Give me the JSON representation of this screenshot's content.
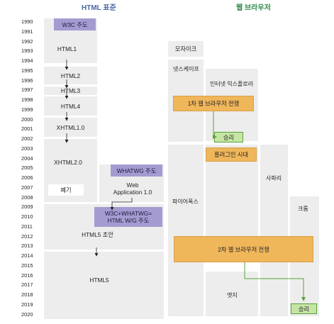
{
  "headers": {
    "html_standard": "HTML 표준",
    "web_browser": "웹 브라우저"
  },
  "years": [
    "1990",
    "1991",
    "1992",
    "1993",
    "1994",
    "1995",
    "1996",
    "1997",
    "1998",
    "1999",
    "2000",
    "2001",
    "2002",
    "2003",
    "2004",
    "2005",
    "2006",
    "2007",
    "2008",
    "2009",
    "2010",
    "2011",
    "2012",
    "2013",
    "2014",
    "2015",
    "2016",
    "2017",
    "2018",
    "2019",
    "2020"
  ],
  "html_track": {
    "w3c": "W3C 주도",
    "html1": "HTML1",
    "html2": "HTML2",
    "html3": "HTML3",
    "html4": "HTML4",
    "xhtml1": "XHTML1.0",
    "xhtml2": "XHTML2.0",
    "abolished": "폐기",
    "whatwg": "WHATWG 주도",
    "web_app_line1": "Web",
    "web_app_line2": "Application 1.0",
    "joint_line1": "W3C+WHATWG=",
    "joint_line2": "HTML W/G 주도",
    "html5_draft": "HTML5 초안",
    "html5": "HTML5"
  },
  "browser_track": {
    "mosaic": "모자이크",
    "netscape": "넷스케이프",
    "ie": "인터넷 익스플로러",
    "war1": "1차 웹 브라우저 전쟁",
    "win1": "승리",
    "plugin": "플러그인 시대",
    "firefox": "파이어폭스",
    "safari": "사파리",
    "chrome": "크롬",
    "war2": "2차 웹 브라우저 전쟁",
    "edge": "엣지",
    "win2": "승리"
  },
  "colors": {
    "gray": "#ededed",
    "purple": "#a49bd1",
    "orange": "#efb65a",
    "green": "#c6e5a5",
    "green_line": "#58a339"
  }
}
